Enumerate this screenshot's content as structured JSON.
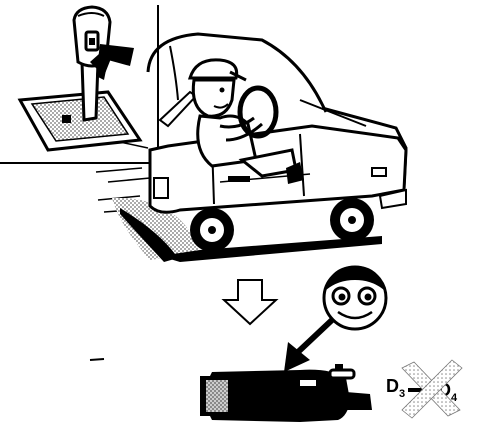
{
  "illustration": {
    "icons": {
      "shift_lever": "gear-shift-lever-icon",
      "press_arrow": "press-arrow-icon",
      "car": "car-icon",
      "driver": "driver-icon",
      "down_arrow": "down-arrow-icon",
      "face": "smiling-face-icon",
      "pointer_arrow": "pointer-arrow-icon",
      "transmission": "transmission-icon",
      "shift_arrow": "shift-arrow-icon",
      "prohibited_cross": "cross-icon"
    },
    "shift_labels": {
      "from": "D",
      "from_sub": "3",
      "to": "D",
      "to_sub": "4"
    },
    "colors": {
      "ink": "#000000",
      "paper": "#ffffff",
      "halftone": "#9a9a9a"
    }
  }
}
